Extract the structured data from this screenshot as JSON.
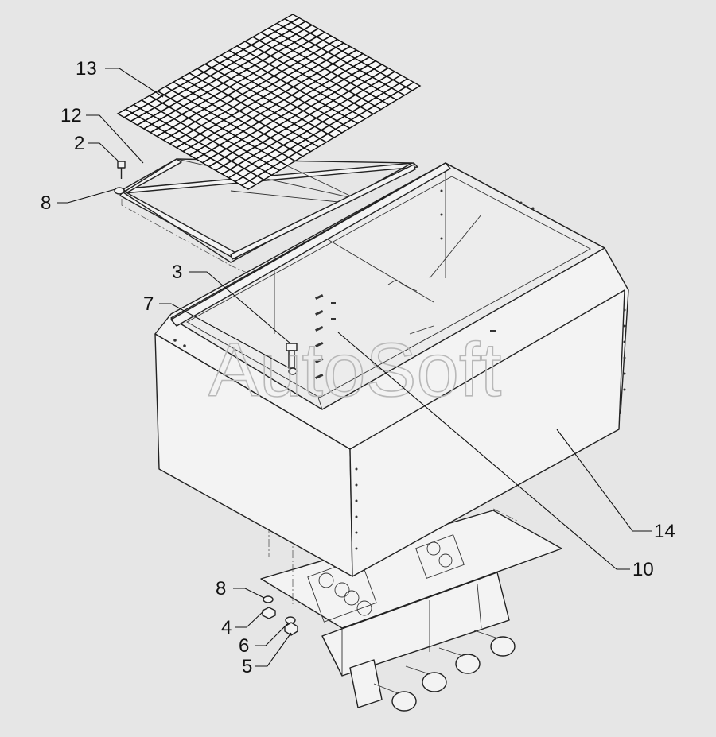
{
  "watermark": "AutoSoft",
  "callouts": [
    {
      "id": "13",
      "text": "13"
    },
    {
      "id": "12",
      "text": "12"
    },
    {
      "id": "2",
      "text": "2"
    },
    {
      "id": "8a",
      "text": "8"
    },
    {
      "id": "3",
      "text": "3"
    },
    {
      "id": "7",
      "text": "7"
    },
    {
      "id": "14",
      "text": "14"
    },
    {
      "id": "10",
      "text": "10"
    },
    {
      "id": "8b",
      "text": "8"
    },
    {
      "id": "4",
      "text": "4"
    },
    {
      "id": "6",
      "text": "6"
    },
    {
      "id": "5",
      "text": "5"
    }
  ]
}
